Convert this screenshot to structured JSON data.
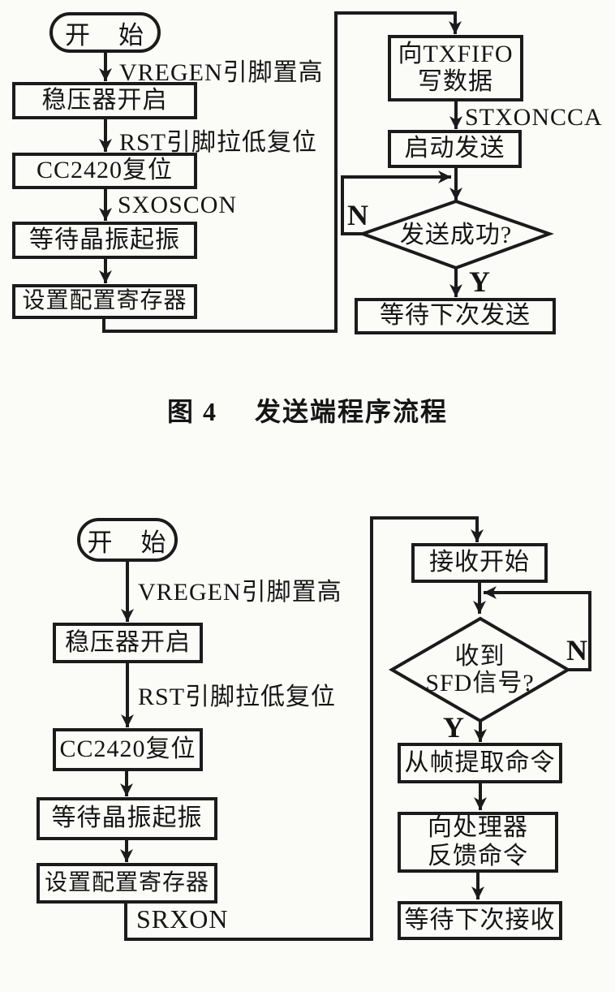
{
  "figure": {
    "caption": {
      "number": "图 4",
      "title": "发送端程序流程"
    }
  },
  "colors": {
    "ink": "#1b1b1b",
    "paper": "#fbfbf8"
  },
  "tx_flow": {
    "start": "开　始",
    "steps": {
      "regulator": "稳压器开启",
      "reset": "CC2420复位",
      "oscillator": "等待晶振起振",
      "config": "设置配置寄存器",
      "write_fifo": "向TXFIFO\n写数据",
      "start_tx": "启动发送",
      "wait_next": "等待下次发送"
    },
    "decision": "发送成功?",
    "edge_labels": {
      "vregen": "VREGEN引脚置高",
      "rst": "RST引脚拉低复位",
      "sxoscon": "SXOSCON",
      "stxoncca": "STXONCCA"
    },
    "branch": {
      "no": "N",
      "yes": "Y"
    }
  },
  "rx_flow": {
    "start": "开　始",
    "steps": {
      "regulator": "稳压器开启",
      "reset": "CC2420复位",
      "oscillator": "等待晶振起振",
      "config": "设置配置寄存器",
      "rx_start": "接收开始",
      "extract": "从帧提取命令",
      "feedback": "向处理器\n反馈命令",
      "wait_next": "等待下次接收"
    },
    "decision": "收到\nSFD信号?",
    "edge_labels": {
      "vregen": "VREGEN引脚置高",
      "rst": "RST引脚拉低复位",
      "srxon": "SRXON"
    },
    "branch": {
      "no": "N",
      "yes": "Y"
    }
  }
}
